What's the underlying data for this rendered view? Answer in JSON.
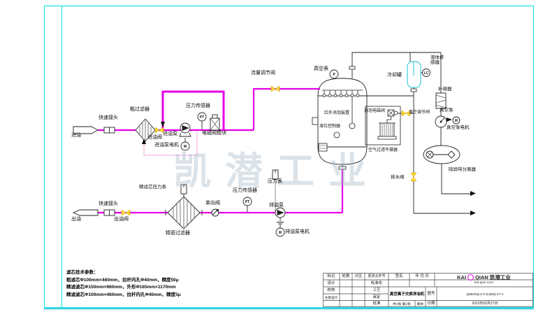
{
  "watermark": "凯潜工业",
  "labels": {
    "oil_inlet": "进油",
    "quick_coupler_top": "快速接头",
    "inlet_valve": "进油阀",
    "coarse_filter": "粗过滤器",
    "inlet_pump": "进油泵",
    "inlet_pump_motor": "进油泵电机",
    "pressure_sensor_top": "压力传感器",
    "solenoid_valve_module": "电磁阀模块",
    "flow_control_valve": "流量调节阀",
    "vacuum_gauge": "真空表",
    "infrared_defoamer": "红外消泡装置",
    "level_controller": "液位控制器",
    "defoam_solenoid_valve": "消泡电磁阀",
    "vacuum_control_valve": "真空调节阀",
    "air_filter_dryer": "空气过滤干燥器",
    "cooling_tank": "冷却罐",
    "liquid_sensor": "液体传感器",
    "compensator": "补偿器",
    "vacuum_pump": "真空泵",
    "vacuum_pump_motor": "真空泵电机",
    "odor_separator": "除异味分离器",
    "drain_valve": "排水阀",
    "oil_outlet": "出油",
    "quick_coupler_bottom": "快速接头",
    "outlet_valve": "出油阀",
    "filter_pressure_gauge": "精滤芯压力表",
    "fine_filter": "精密过滤器",
    "check_valve": "单向阀",
    "pressure_sensor_bottom": "压力传感器",
    "pressure_gauge": "压力表",
    "discharge_pump": "排油泵",
    "discharge_pump_motor": "排油泵电机"
  },
  "instrument_tags": {
    "pt": "PT",
    "p": "P",
    "m": "M",
    "lc": "LC"
  },
  "notes": {
    "title": "滤芯技术参数：",
    "lines": [
      "粗滤芯Φ100mm×460mm，拉杆内孔Φ40mm，精度50μ",
      "精滤滤芯Φ150mm×960mm，外形Φ165mm×1170mm",
      "精滤滤芯Φ100mm×460mm，拉杆内孔Φ40mm，精度5μ"
    ]
  },
  "title_block": {
    "headers": {
      "mark": "标记",
      "count": "处数",
      "zone": "分区",
      "change_doc": "更改文件号",
      "signature": "签名",
      "date": "年 月 日"
    },
    "roles": {
      "design": "设计",
      "check": "校核",
      "chief": "主管设计",
      "standardization": "标准化",
      "process": "工艺",
      "review": "审定",
      "approve": "批准"
    },
    "company": {
      "name_left": "KAI",
      "name_right": "QIAN 凯潜工业",
      "website": "kai-qian.com"
    },
    "drawing_title": "真空离子交换净油机",
    "drawing_no_label": "图号",
    "drawing_no": "QMKRQ-CY-JH(06)-27-1",
    "sheet": "共1张 第1张",
    "version": "版本",
    "date_label": "日期",
    "date": "2012年02月27日"
  },
  "colors": {
    "frame": "#00dede",
    "pipe": "#e600e6",
    "valve": "#ffd930",
    "cooling_tank": "#19c3d6"
  }
}
